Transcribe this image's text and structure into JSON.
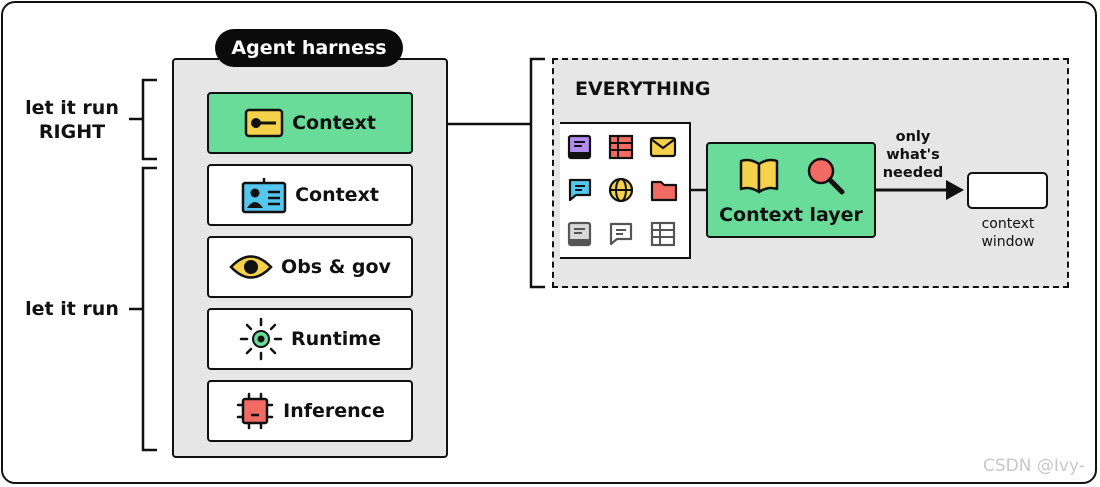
{
  "side_labels": {
    "top_line1": "let it run",
    "top_line2": "RIGHT",
    "bottom": "let it run"
  },
  "harness": {
    "title": "Agent harness",
    "items": [
      {
        "label": "Context",
        "icon": "key-card-icon",
        "highlighted": true
      },
      {
        "label": "Context",
        "icon": "id-badge-icon",
        "highlighted": false
      },
      {
        "label": "Obs & gov",
        "icon": "eye-icon",
        "highlighted": false
      },
      {
        "label": "Runtime",
        "icon": "sun-status-icon",
        "highlighted": false
      },
      {
        "label": "Inference",
        "icon": "chip-icon",
        "highlighted": false
      }
    ]
  },
  "everything": {
    "title": "EVERYTHING",
    "source_icons": [
      "document-icon",
      "spreadsheet-icon",
      "mail-icon",
      "chat-icon",
      "globe-icon",
      "folder-icon",
      "document-gray-icon",
      "chat-gray-icon",
      "table-gray-icon"
    ],
    "context_layer": {
      "label": "Context layer",
      "icons": [
        "book-icon",
        "magnifier-icon"
      ]
    },
    "arrow_label": [
      "only",
      "what's",
      "needed"
    ],
    "context_window_label": [
      "context",
      "window"
    ]
  },
  "colors": {
    "accent_green": "#68dc98",
    "panel_gray": "#e6e6e6",
    "outline": "#111111"
  },
  "watermark": "CSDN @Ivy-"
}
